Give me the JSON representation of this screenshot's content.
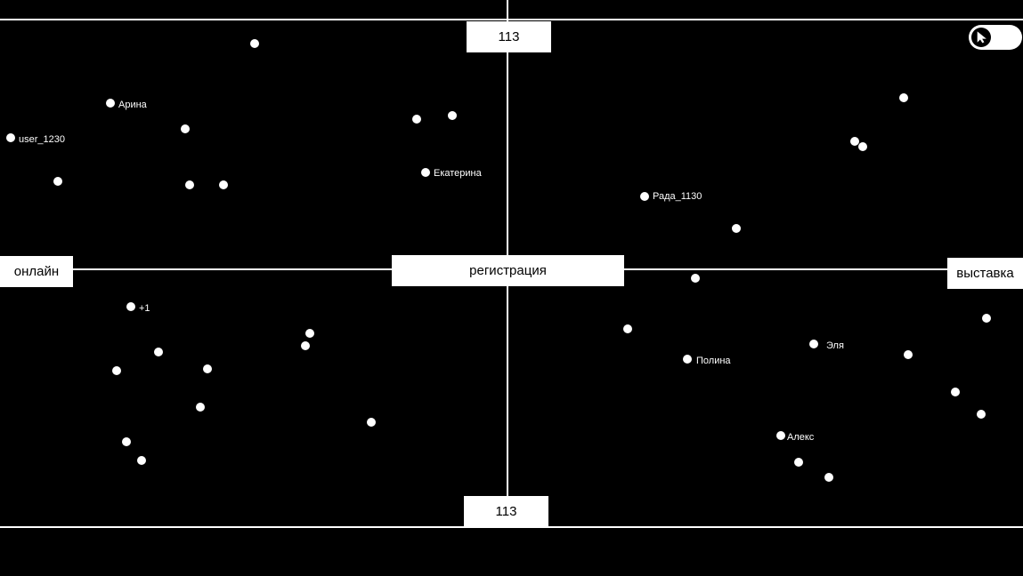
{
  "axes": {
    "top_count": "113",
    "bottom_count": "113",
    "left_label": "онлайн",
    "right_label": "выставка",
    "center_label": "регистрация"
  },
  "toggle": {
    "icon": "cursor-icon",
    "state": "off"
  },
  "users": [
    {
      "id": "u01",
      "label": ""
    },
    {
      "id": "u02",
      "label": "Арина"
    },
    {
      "id": "u03",
      "label": "user_1230"
    },
    {
      "id": "u04",
      "label": ""
    },
    {
      "id": "u05",
      "label": ""
    },
    {
      "id": "u06",
      "label": ""
    },
    {
      "id": "u07",
      "label": ""
    },
    {
      "id": "u08",
      "label": ""
    },
    {
      "id": "u09",
      "label": ""
    },
    {
      "id": "u10",
      "label": "Екатерина"
    },
    {
      "id": "u11",
      "label": ""
    },
    {
      "id": "u12",
      "label": ""
    },
    {
      "id": "u13",
      "label": ""
    },
    {
      "id": "u14",
      "label": "Рада_1130"
    },
    {
      "id": "u15",
      "label": ""
    },
    {
      "id": "u16",
      "label": "+1"
    },
    {
      "id": "u17",
      "label": ""
    },
    {
      "id": "u18",
      "label": ""
    },
    {
      "id": "u19",
      "label": ""
    },
    {
      "id": "u20",
      "label": ""
    },
    {
      "id": "u21",
      "label": ""
    },
    {
      "id": "u22",
      "label": ""
    },
    {
      "id": "u23",
      "label": ""
    },
    {
      "id": "u24",
      "label": ""
    },
    {
      "id": "u25",
      "label": ""
    },
    {
      "id": "u26",
      "label": ""
    },
    {
      "id": "u27",
      "label": ""
    },
    {
      "id": "u28",
      "label": "Полина"
    },
    {
      "id": "u29",
      "label": "Эля"
    },
    {
      "id": "u30",
      "label": ""
    },
    {
      "id": "u31",
      "label": ""
    },
    {
      "id": "u32",
      "label": ""
    },
    {
      "id": "u33",
      "label": ""
    },
    {
      "id": "u34",
      "label": "Алекс"
    },
    {
      "id": "u35",
      "label": ""
    },
    {
      "id": "u36",
      "label": ""
    }
  ]
}
